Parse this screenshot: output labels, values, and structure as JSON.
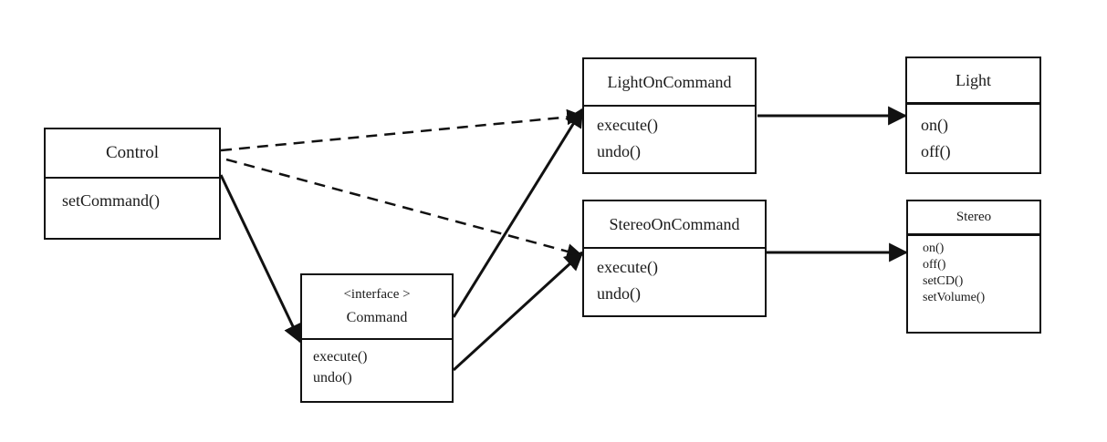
{
  "classes": {
    "control": {
      "name": "Control",
      "methods": [
        "setCommand()"
      ]
    },
    "command": {
      "stereotype": "<interface >",
      "name": "Command",
      "methods": [
        "execute()",
        "undo()"
      ]
    },
    "light_on_command": {
      "name": "LightOnCommand",
      "methods": [
        "execute()",
        "undo()"
      ]
    },
    "stereo_on_command": {
      "name": "StereoOnCommand",
      "methods": [
        "execute()",
        "undo()"
      ]
    },
    "light": {
      "name": "Light",
      "methods": [
        "on()",
        "off()"
      ]
    },
    "stereo": {
      "name": "Stereo",
      "methods": [
        "on()",
        "off()",
        "setCD()",
        "setVolume()"
      ]
    }
  },
  "relations": [
    {
      "from": "control",
      "to": "light_on_command",
      "style": "dashed"
    },
    {
      "from": "control",
      "to": "stereo_on_command",
      "style": "dashed"
    },
    {
      "from": "control",
      "to": "command",
      "style": "solid"
    },
    {
      "from": "command",
      "to": "light_on_command",
      "style": "solid"
    },
    {
      "from": "command",
      "to": "stereo_on_command",
      "style": "solid"
    },
    {
      "from": "light_on_command",
      "to": "light",
      "style": "solid"
    },
    {
      "from": "stereo_on_command",
      "to": "stereo",
      "style": "solid"
    }
  ],
  "colors": {
    "line": "#111111",
    "background": "#ffffff"
  }
}
